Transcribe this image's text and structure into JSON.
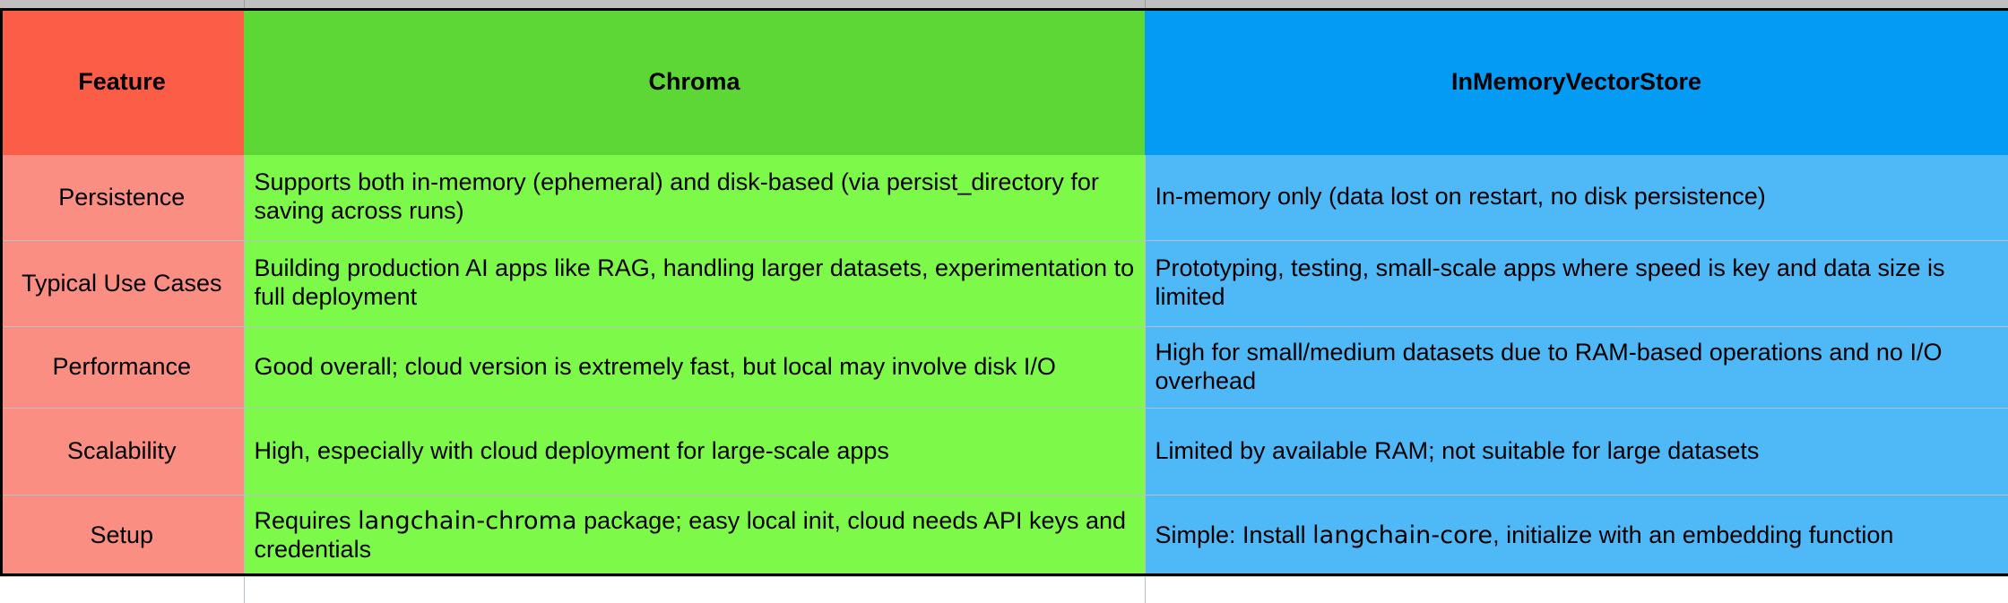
{
  "table": {
    "columns": [
      {
        "id": "feature",
        "label": "Feature",
        "color": "#fc5d47",
        "body_color": "#fa8e82"
      },
      {
        "id": "chroma",
        "label": "Chroma",
        "color": "#5cd736",
        "body_color": "#7df94a"
      },
      {
        "id": "inmemory",
        "label": "InMemoryVectorStore",
        "color": "#039bf4",
        "body_color": "#4fb8f7"
      }
    ],
    "rows": [
      {
        "feature": "Persistence",
        "chroma": "Supports both in-memory (ephemeral) and disk-based (via persist_directory for saving across runs)",
        "inmemory": "In-memory only (data lost on restart, no disk persistence)"
      },
      {
        "feature": "Typical Use Cases",
        "chroma": "Building production AI apps like RAG, handling larger datasets, experimentation to full deployment",
        "inmemory": "Prototyping, testing, small-scale apps where speed is key and data size is limited"
      },
      {
        "feature": "Performance",
        "chroma": "Good overall; cloud version is extremely fast, but local may involve disk I/O",
        "inmemory": "High for small/medium datasets due to RAM-based operations and no I/O overhead"
      },
      {
        "feature": "Scalability",
        "chroma": "High, especially with cloud deployment for large-scale apps",
        "inmemory": "Limited by available RAM; not suitable for large datasets"
      },
      {
        "feature": "Setup",
        "chroma_parts": [
          {
            "text": "Requires ",
            "style": "normal"
          },
          {
            "text": "langchain-chroma",
            "style": "code"
          },
          {
            "text": " package; easy local init, cloud needs API keys and credentials",
            "style": "normal"
          }
        ],
        "chroma": "Requires langchain-chroma package; easy local init, cloud needs API keys and credentials",
        "inmemory_parts": [
          {
            "text": "Simple: Install ",
            "style": "normal"
          },
          {
            "text": "langchain-core",
            "style": "code"
          },
          {
            "text": ", initialize with an embedding function",
            "style": "normal"
          }
        ],
        "inmemory": "Simple: Install langchain-core, initialize with an embedding function"
      }
    ]
  }
}
